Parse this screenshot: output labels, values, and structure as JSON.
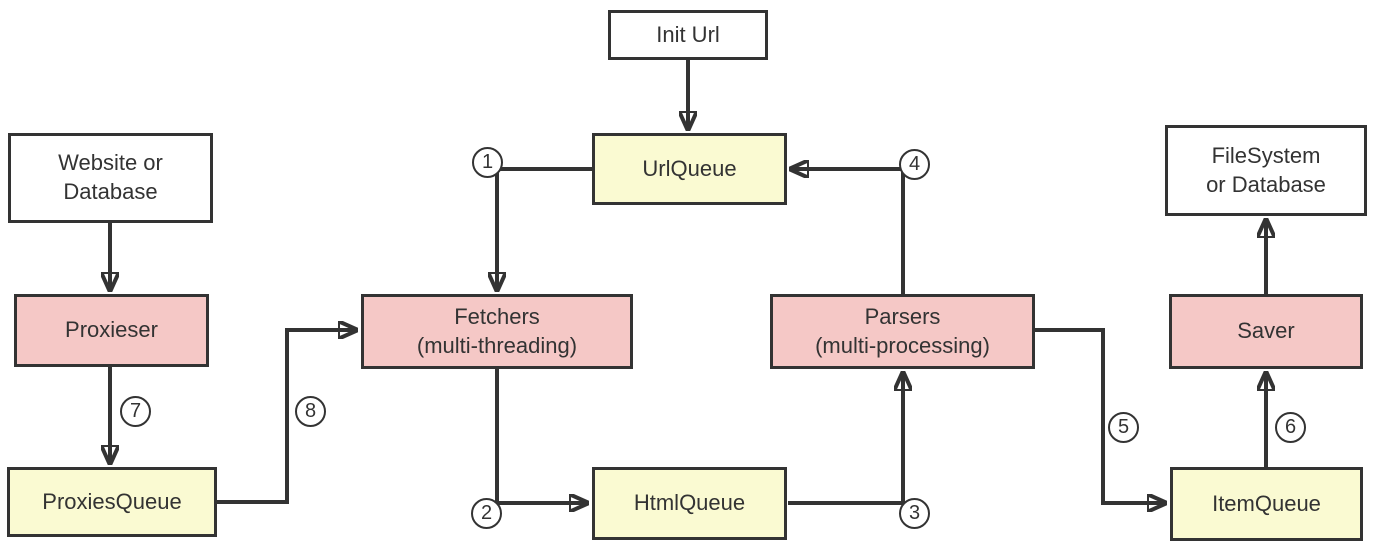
{
  "diagram": {
    "description": "Web crawler architecture flow diagram",
    "colors": {
      "queue_fill": "#fafad2",
      "process_fill": "#f5c8c6",
      "io_fill": "#ffffff",
      "border": "#333333",
      "line": "#333333",
      "text": "#333333",
      "background": "#ffffff"
    },
    "nodes": {
      "init_url": {
        "label": "Init Url",
        "type": "io"
      },
      "website_db": {
        "label": "Website or\nDatabase",
        "type": "io"
      },
      "url_queue": {
        "label": "UrlQueue",
        "type": "queue"
      },
      "filesystem_db": {
        "label": "FileSystem\nor Database",
        "type": "io"
      },
      "proxieser": {
        "label": "Proxieser",
        "type": "process"
      },
      "fetchers": {
        "label": "Fetchers\n(multi-threading)",
        "type": "process"
      },
      "parsers": {
        "label": "Parsers\n(multi-processing)",
        "type": "process"
      },
      "saver": {
        "label": "Saver",
        "type": "process"
      },
      "proxies_queue": {
        "label": "ProxiesQueue",
        "type": "queue"
      },
      "html_queue": {
        "label": "HtmlQueue",
        "type": "queue"
      },
      "item_queue": {
        "label": "ItemQueue",
        "type": "queue"
      }
    },
    "steps": {
      "s1": "1",
      "s2": "2",
      "s3": "3",
      "s4": "4",
      "s5": "5",
      "s6": "6",
      "s7": "7",
      "s8": "8"
    },
    "edges": [
      {
        "from": "init_url",
        "to": "url_queue",
        "step": ""
      },
      {
        "from": "url_queue",
        "to": "fetchers",
        "step": "1"
      },
      {
        "from": "fetchers",
        "to": "html_queue",
        "step": "2"
      },
      {
        "from": "html_queue",
        "to": "parsers",
        "step": "3"
      },
      {
        "from": "parsers",
        "to": "url_queue",
        "step": "4"
      },
      {
        "from": "parsers",
        "to": "item_queue",
        "step": "5"
      },
      {
        "from": "item_queue",
        "to": "saver",
        "step": "6"
      },
      {
        "from": "saver",
        "to": "filesystem_db",
        "step": ""
      },
      {
        "from": "website_db",
        "to": "proxieser",
        "step": ""
      },
      {
        "from": "proxieser",
        "to": "proxies_queue",
        "step": "7"
      },
      {
        "from": "proxies_queue",
        "to": "fetchers",
        "step": "8"
      }
    ]
  }
}
